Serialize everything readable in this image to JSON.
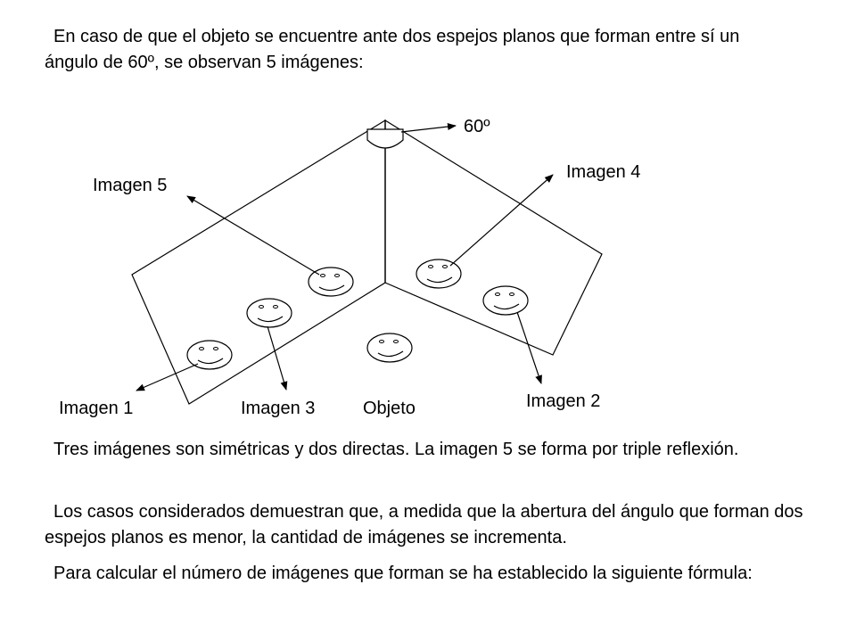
{
  "intro_text": "En caso de que el objeto se encuentre ante dos espejos planos que forman entre sí un ángulo de 60º, se observan 5 imágenes:",
  "diagram": {
    "angle_label": "60º",
    "labels": {
      "imagen5": "Imagen 5",
      "imagen4": "Imagen 4",
      "imagen1": "Imagen 1",
      "imagen3": "Imagen 3",
      "objeto": "Objeto",
      "imagen2": "Imagen 2"
    }
  },
  "paragraphs": {
    "three_images": "Tres imágenes son simétricas y dos directas. La imagen 5 se forma por triple reflexión.",
    "cases": "Los casos considerados demuestran que, a medida que la abertura del ángulo que forman dos espejos planos es menor, la cantidad de imágenes se incrementa.",
    "formula": "Para calcular el número de imágenes que forman se ha establecido la siguiente fórmula:"
  }
}
